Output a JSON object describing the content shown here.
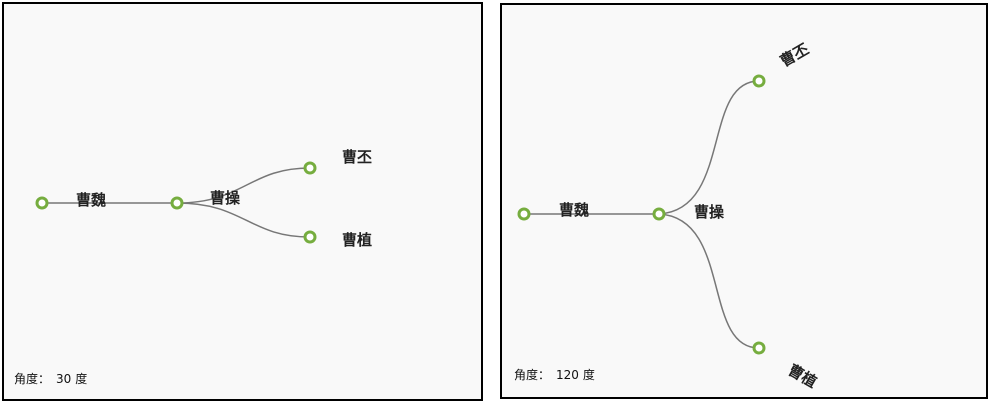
{
  "panels": [
    {
      "angle_label": "角度：",
      "angle_value": "30",
      "angle_unit": "度",
      "nodes": {
        "root": "曹魏",
        "child": "曹操",
        "leaf_a": "曹丕",
        "leaf_b": "曹植"
      }
    },
    {
      "angle_label": "角度：",
      "angle_value": "120",
      "angle_unit": "度",
      "nodes": {
        "root": "曹魏",
        "child": "曹操",
        "leaf_a": "曹丕",
        "leaf_b": "曹植"
      }
    }
  ],
  "colors": {
    "node_stroke": "#76ad3f",
    "link_stroke": "#777777",
    "panel_background": "#f9f9f9",
    "panel_border": "#000000"
  }
}
